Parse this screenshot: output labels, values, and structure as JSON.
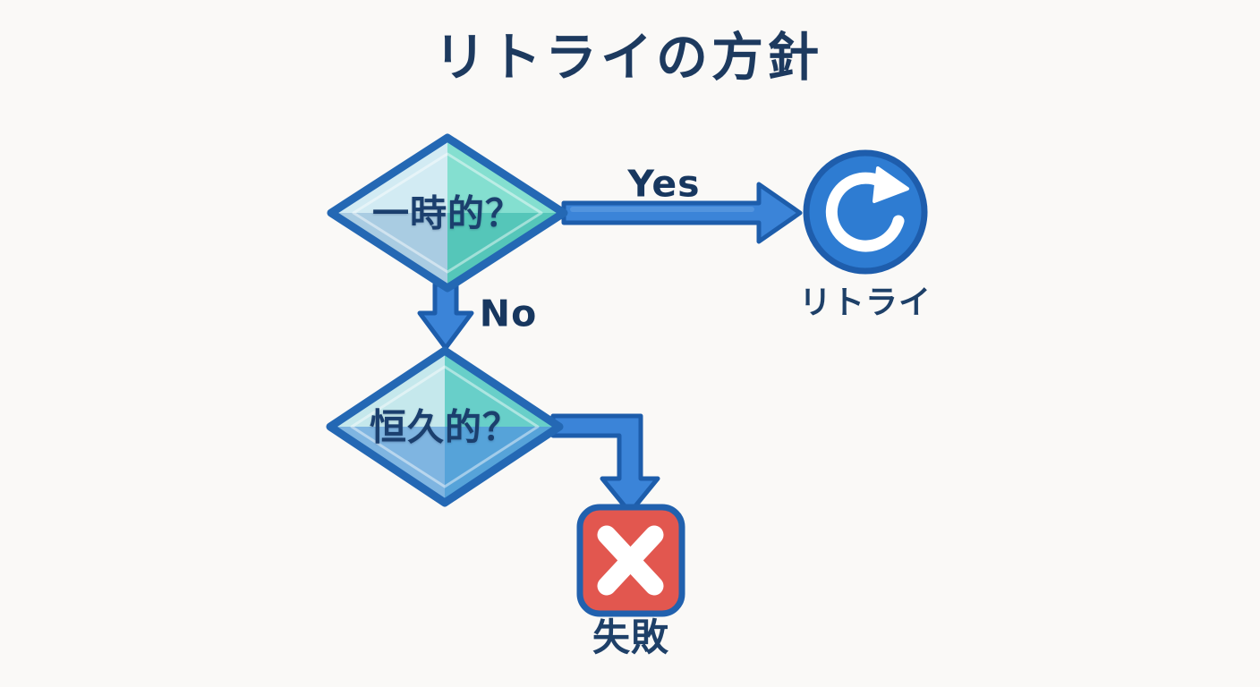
{
  "title": "リトライの方針",
  "flowchart": {
    "decision1": {
      "label": "一時的？"
    },
    "decision2": {
      "label": "恒久的？"
    },
    "branch_yes": {
      "label": "Yes"
    },
    "branch_no": {
      "label": "No"
    },
    "retry_node": {
      "label": "リトライ",
      "icon": "refresh-icon"
    },
    "fail_node": {
      "label": "失敗",
      "icon": "x-icon"
    }
  },
  "colors": {
    "background": "#faf9f7",
    "title_text": "#1d3a5f",
    "label_text": "#1b3f6e",
    "arrow_fill": "#3b84d8",
    "arrow_outline": "#1d5dab",
    "node_border": "#2468b4",
    "diamond1_facets": [
      "#d2ebf3",
      "#84dfd0",
      "#a9cce2",
      "#55c6b9"
    ],
    "diamond2_facets": [
      "#c5e8ec",
      "#68cfc9",
      "#7fb5e1",
      "#56a3d9"
    ],
    "retry_circle_fill": "#2e7cd2",
    "fail_box_fill": "#e2574f",
    "icon_color": "#ffffff"
  }
}
